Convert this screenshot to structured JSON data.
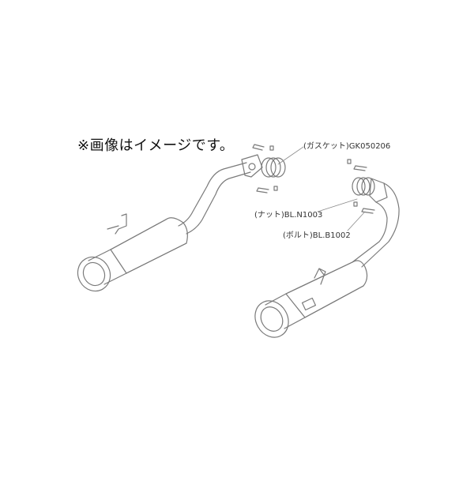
{
  "note": "※画像はイメージです。",
  "labels": {
    "gasket": "(ガスケット)GK050206",
    "nut": "(ナット)BL.N1003",
    "bolt": "(ボルト)BL.B1002"
  },
  "colors": {
    "line": "#7a7a7a",
    "background": "#ffffff",
    "text": "#111111"
  }
}
